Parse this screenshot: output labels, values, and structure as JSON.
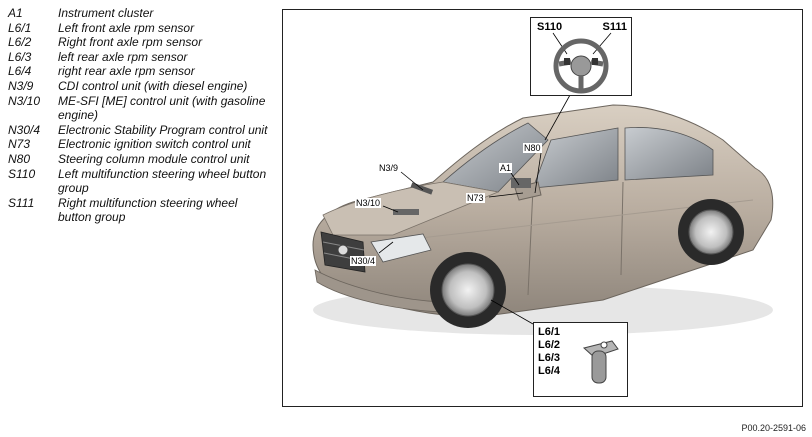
{
  "legend": [
    {
      "code": "A1",
      "desc": "Instrument cluster"
    },
    {
      "code": "L6/1",
      "desc": "Left front axle rpm sensor"
    },
    {
      "code": "L6/2",
      "desc": "Right front axle rpm sensor"
    },
    {
      "code": "L6/3",
      "desc": "left rear axle rpm sensor"
    },
    {
      "code": "L6/4",
      "desc": "right rear axle rpm sensor"
    },
    {
      "code": "N3/9",
      "desc": "CDI control unit (with diesel engine)"
    },
    {
      "code": "N3/10",
      "desc": "ME-SFI [ME] control unit (with gasoline engine)"
    },
    {
      "code": "N30/4",
      "desc": "Electronic Stability Program control unit"
    },
    {
      "code": "N73",
      "desc": "Electronic ignition switch control unit"
    },
    {
      "code": "N80",
      "desc": "Steering column module control unit"
    },
    {
      "code": "S110",
      "desc": "Left multifunction steering wheel button group"
    },
    {
      "code": "S111",
      "desc": "Right multifunction steering wheel button group"
    }
  ],
  "figure": {
    "tags": {
      "n80": "N80",
      "a1": "A1",
      "n39": "N3/9",
      "n310": "N3/10",
      "n73": "N73",
      "n304": "N30/4"
    },
    "steering_callout": {
      "left": "S110",
      "right": "S111"
    },
    "sensor_callout": [
      "L6/1",
      "L6/2",
      "L6/3",
      "L6/4"
    ]
  },
  "reference": "P00.20-2591-06"
}
